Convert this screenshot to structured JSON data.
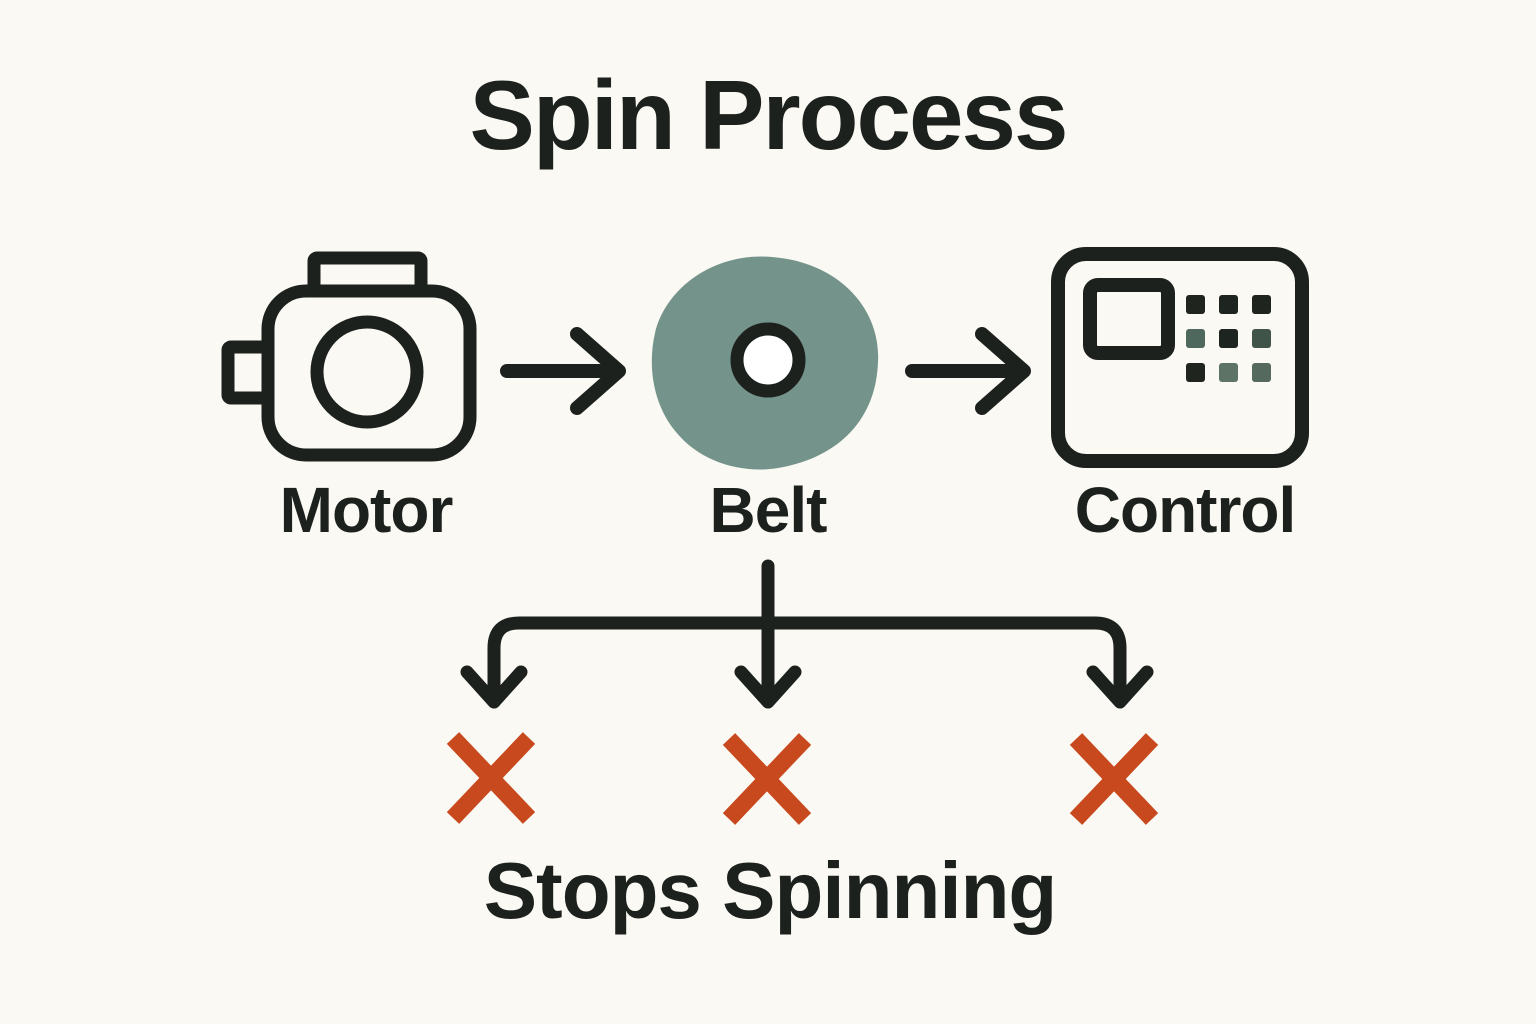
{
  "title": "Spin Process",
  "colors": {
    "background": "#FAF9F3",
    "ink": "#1D211E",
    "belt_fill": "#74948B",
    "belt_hole_fill": "#FFFFFF",
    "x_mark": "#C8491D"
  },
  "flow_nodes": [
    {
      "id": "motor",
      "label": "Motor",
      "icon": "motor-icon"
    },
    {
      "id": "belt",
      "label": "Belt",
      "icon": "belt-icon"
    },
    {
      "id": "control",
      "label": "Control",
      "icon": "control-icon"
    }
  ],
  "connections": [
    {
      "from": "motor",
      "to": "belt"
    },
    {
      "from": "belt",
      "to": "control"
    }
  ],
  "branch": {
    "from": "belt",
    "arrow_count": 3,
    "marker": "x"
  },
  "outcome": {
    "label": "Stops Spinning",
    "x_mark_count": 3
  },
  "keypad_cells": [
    {
      "color": "#20241F"
    },
    {
      "color": "#1E2420"
    },
    {
      "color": "#20241F"
    },
    {
      "color": "#4F685E"
    },
    {
      "color": "#1E2420"
    },
    {
      "color": "#415449"
    },
    {
      "color": "#20241F"
    },
    {
      "color": "#5C7366"
    },
    {
      "color": "#56695F"
    }
  ]
}
